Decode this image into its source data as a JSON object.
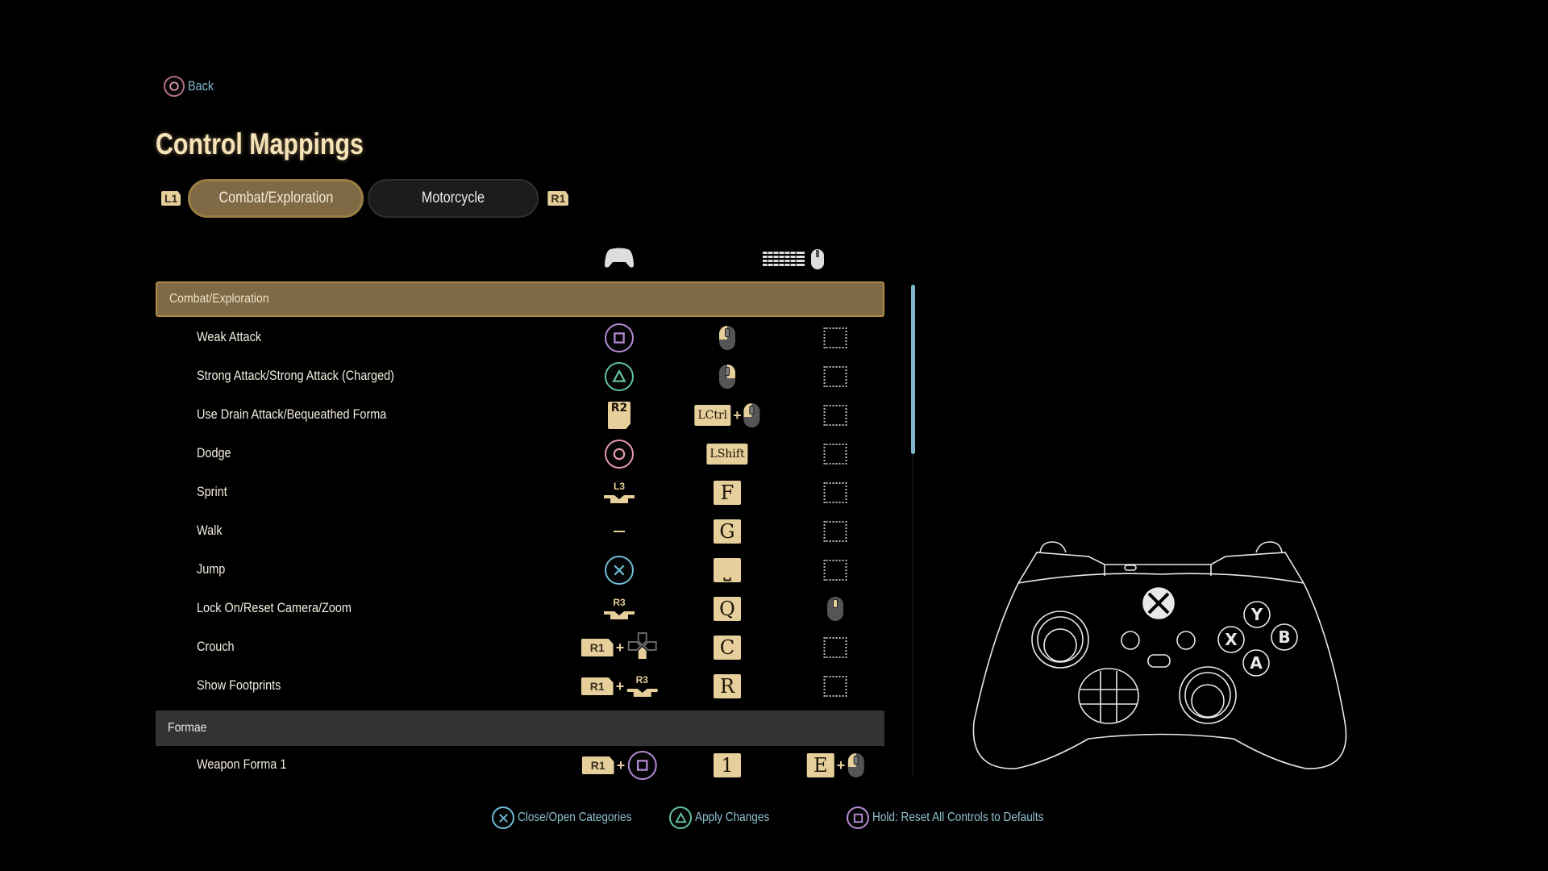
{
  "back": {
    "label": "Back",
    "icon": "circle-button-icon"
  },
  "title": "Control Mappings",
  "tabs": {
    "left_bumper": "L1",
    "right_bumper": "R1",
    "items": [
      {
        "label": "Combat/Exploration",
        "active": true
      },
      {
        "label": "Motorcycle",
        "active": false
      }
    ]
  },
  "columns": {
    "gamepad_icon": "gamepad-icon",
    "keyboard_icon": "keyboard-mouse-icon"
  },
  "categories": [
    {
      "label": "Combat/Exploration",
      "style": "gold",
      "rows": [
        {
          "label": "Weak Attack",
          "gamepad": [
            {
              "t": "ps",
              "g": "square"
            }
          ],
          "kb": [
            {
              "t": "mouse",
              "b": "left"
            }
          ],
          "alt": [
            {
              "t": "empty"
            }
          ]
        },
        {
          "label": "Strong Attack/Strong Attack (Charged)",
          "gamepad": [
            {
              "t": "ps",
              "g": "triangle"
            }
          ],
          "kb": [
            {
              "t": "mouse",
              "b": "right"
            }
          ],
          "alt": [
            {
              "t": "empty"
            }
          ]
        },
        {
          "label": "Use Drain Attack/Bequeathed Forma",
          "gamepad": [
            {
              "t": "trig",
              "v": "R2"
            }
          ],
          "kb": [
            {
              "t": "key",
              "v": "LCtrl",
              "s": "small"
            },
            {
              "t": "plus",
              "v": "+"
            },
            {
              "t": "mouse",
              "b": "left"
            }
          ],
          "alt": [
            {
              "t": "empty"
            }
          ]
        },
        {
          "label": "Dodge",
          "gamepad": [
            {
              "t": "ps",
              "g": "circle"
            }
          ],
          "kb": [
            {
              "t": "key",
              "v": "LShift",
              "s": "small"
            }
          ],
          "alt": [
            {
              "t": "empty"
            }
          ]
        },
        {
          "label": "Sprint",
          "gamepad": [
            {
              "t": "stick",
              "v": "L3"
            }
          ],
          "kb": [
            {
              "t": "key",
              "v": "F",
              "s": "big"
            }
          ],
          "alt": [
            {
              "t": "empty"
            }
          ]
        },
        {
          "label": "Walk",
          "gamepad": [
            {
              "t": "dash"
            }
          ],
          "kb": [
            {
              "t": "key",
              "v": "G",
              "s": "big"
            }
          ],
          "alt": [
            {
              "t": "empty"
            }
          ]
        },
        {
          "label": "Jump",
          "gamepad": [
            {
              "t": "ps",
              "g": "cross"
            }
          ],
          "kb": [
            {
              "t": "key",
              "v": "⎵",
              "s": "big"
            }
          ],
          "alt": [
            {
              "t": "empty"
            }
          ]
        },
        {
          "label": "Lock On/Reset Camera/Zoom",
          "gamepad": [
            {
              "t": "stick",
              "v": "R3"
            }
          ],
          "kb": [
            {
              "t": "key",
              "v": "Q",
              "s": "big"
            }
          ],
          "alt": [
            {
              "t": "mouse",
              "b": "middle"
            }
          ]
        },
        {
          "label": "Crouch",
          "gamepad": [
            {
              "t": "tag",
              "v": "R1"
            },
            {
              "t": "plus",
              "v": "+"
            },
            {
              "t": "dpad",
              "d": "down"
            }
          ],
          "kb": [
            {
              "t": "key",
              "v": "C",
              "s": "big"
            }
          ],
          "alt": [
            {
              "t": "empty"
            }
          ]
        },
        {
          "label": "Show Footprints",
          "gamepad": [
            {
              "t": "tag",
              "v": "R1"
            },
            {
              "t": "plus",
              "v": "+"
            },
            {
              "t": "stick",
              "v": "R3"
            }
          ],
          "kb": [
            {
              "t": "key",
              "v": "R",
              "s": "big"
            }
          ],
          "alt": [
            {
              "t": "empty"
            }
          ]
        }
      ]
    },
    {
      "label": "Formae",
      "style": "grey",
      "rows": [
        {
          "label": "Weapon Forma 1",
          "gamepad": [
            {
              "t": "tag",
              "v": "R1"
            },
            {
              "t": "plus",
              "v": "+"
            },
            {
              "t": "ps",
              "g": "square"
            }
          ],
          "kb": [
            {
              "t": "key",
              "v": "1",
              "s": "big"
            }
          ],
          "alt": [
            {
              "t": "key",
              "v": "E",
              "s": "big"
            },
            {
              "t": "plus",
              "v": "+"
            },
            {
              "t": "mouse",
              "b": "left"
            }
          ]
        }
      ]
    }
  ],
  "footer": [
    {
      "label": "Close/Open Categories",
      "glyph": "cross"
    },
    {
      "label": "Apply Changes",
      "glyph": "triangle"
    },
    {
      "label": "Hold: Reset All Controls to Defaults",
      "glyph": "square"
    }
  ],
  "colors": {
    "accent_gold": "#7f6a45",
    "key_tan": "#e6cf9a",
    "hint_text": "#8fc3d0",
    "square": "#b58ad6",
    "triangle": "#5fc49a",
    "circle": "#e59aab",
    "cross": "#6fbdd6"
  }
}
